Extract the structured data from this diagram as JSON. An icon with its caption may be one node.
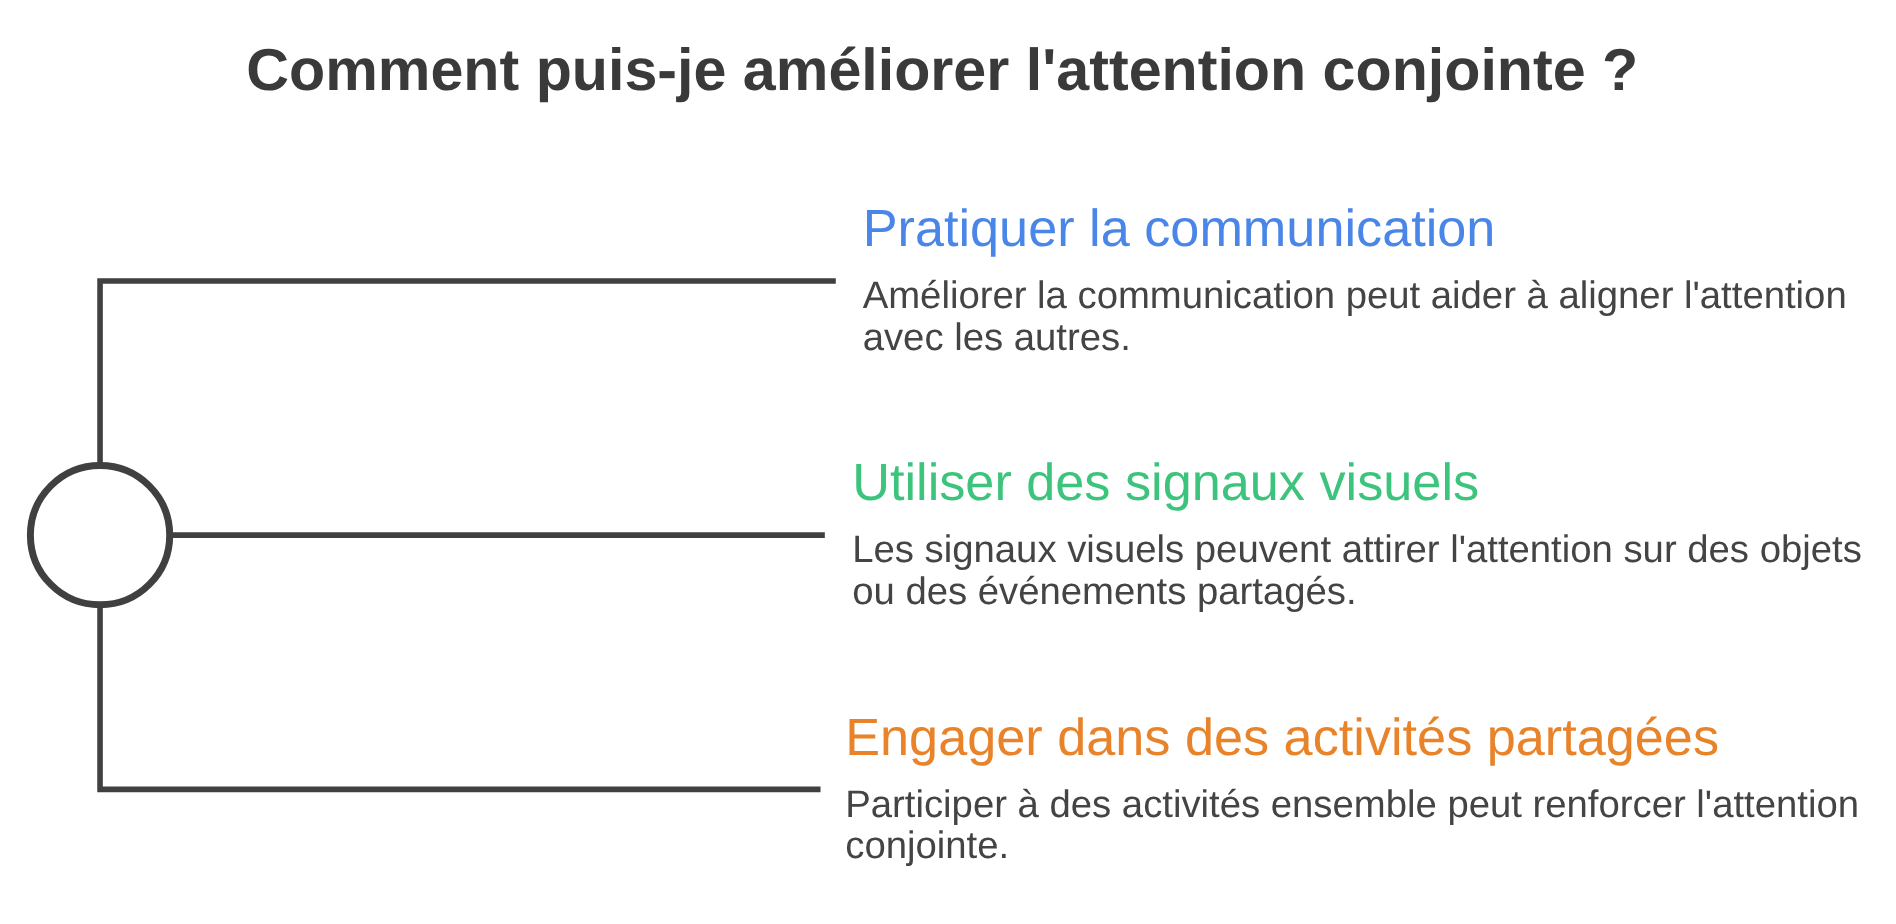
{
  "diagram": {
    "title": "Comment puis-je améliorer l'attention conjointe ?",
    "nodes": [
      {
        "text": [],
        "shape": "circle"
      },
      {
        "text": [
          "Pratiquer la communication",
          "Améliorer la communication peut aider à aligner l'attention avec les autres."
        ]
      },
      {
        "text": [
          "Utiliser des signaux visuels",
          "Les signaux visuels peuvent attirer l'attention sur des objets ou des événements partagés."
        ]
      },
      {
        "text": [
          "Engager dans des activités partagées",
          "Participer à des activités ensemble peut renforcer l'attention conjointe."
        ]
      }
    ],
    "edges": [
      {
        "from": 0,
        "to": 1,
        "arrow": "none"
      },
      {
        "from": 0,
        "to": 2,
        "arrow": "none"
      },
      {
        "from": 0,
        "to": 3,
        "arrow": "none"
      }
    ]
  }
}
